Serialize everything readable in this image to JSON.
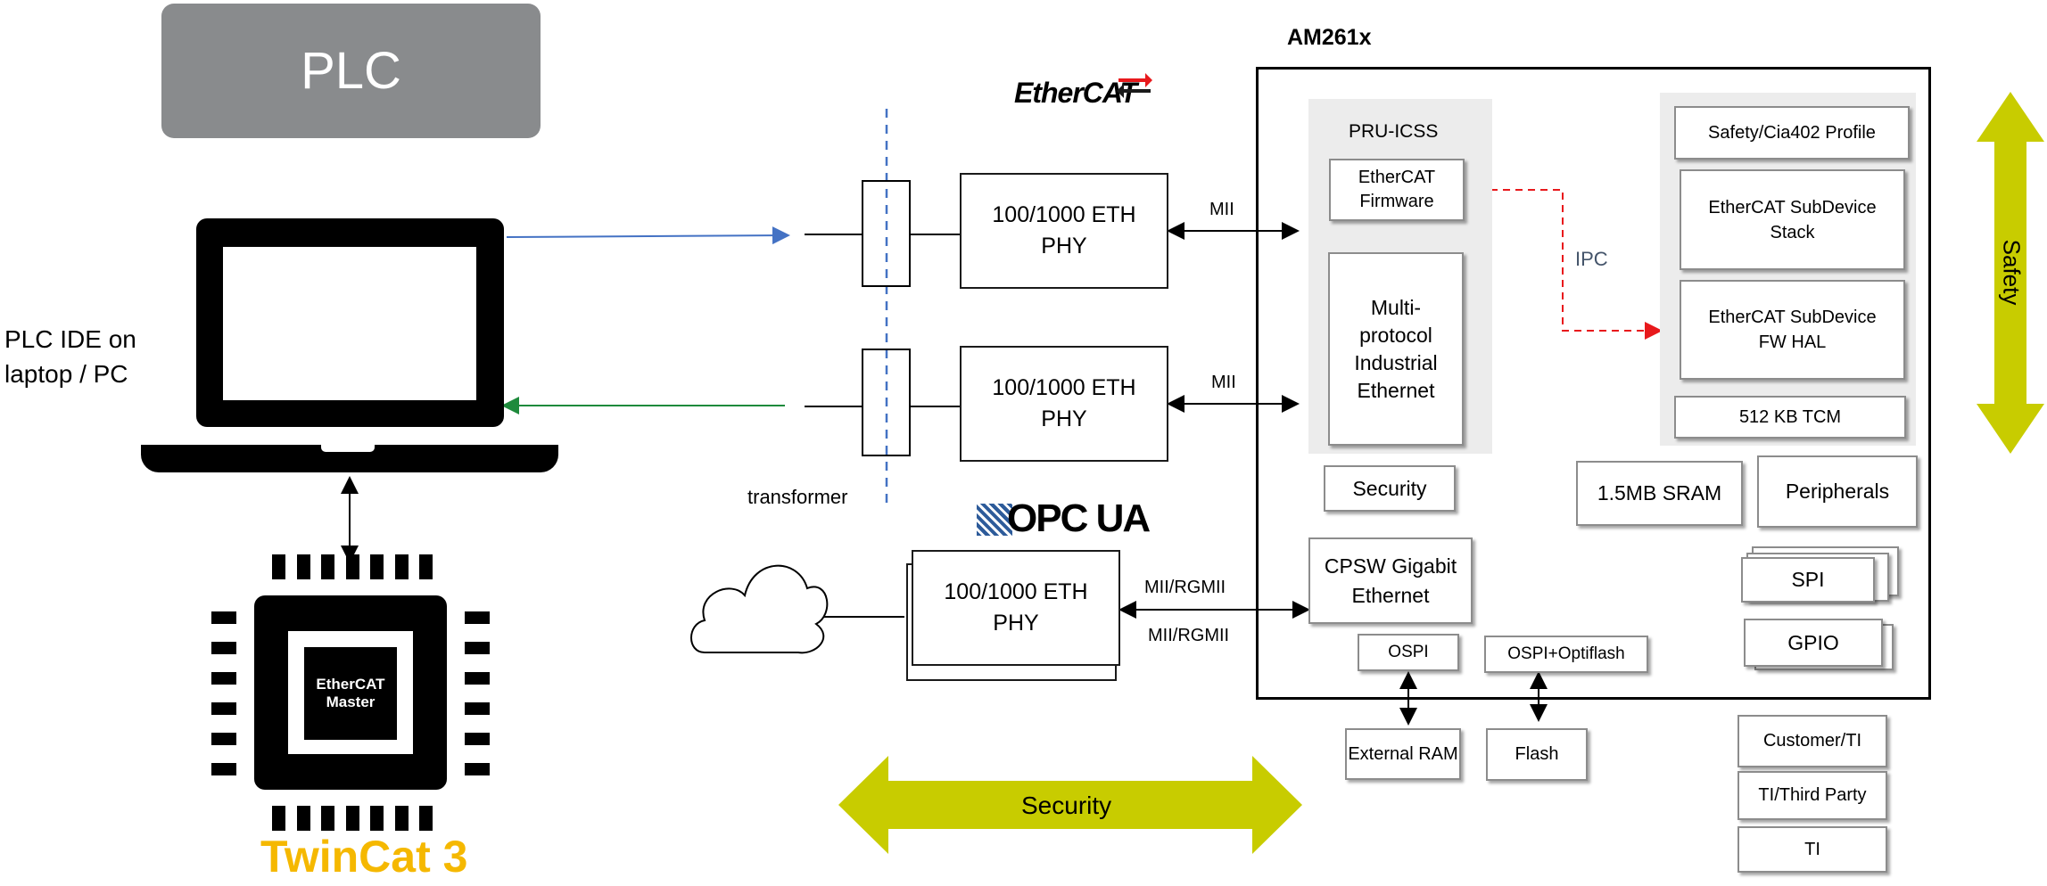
{
  "plc": {
    "title": "PLC"
  },
  "host": {
    "label_line1": "PLC IDE on",
    "label_line2": "laptop / PC"
  },
  "chip": {
    "line1": "EtherCAT",
    "line2": "Master"
  },
  "twincat": {
    "label": "TwinCat 3"
  },
  "transformer": {
    "label": "transformer"
  },
  "logos": {
    "ethercat": "EtherCAT",
    "opcua": "OPC UA"
  },
  "phy": {
    "top_line1": "100/1000 ETH",
    "top_line2": "PHY",
    "mid_line1": "100/1000 ETH",
    "mid_line2": "PHY",
    "bottom_line1": "100/1000 ETH",
    "bottom_line2": "PHY"
  },
  "links": {
    "mii_top": "MII",
    "mii_mid": "MII",
    "rgmii_1": "MII/RGMII",
    "rgmii_2": "MII/RGMII"
  },
  "security_arrow": {
    "label": "Security"
  },
  "safety_arrow": {
    "label": "Safety"
  },
  "am261x": {
    "title": "AM261x",
    "pru_icss": "PRU-ICSS",
    "ethercat_fw_line1": "EtherCAT",
    "ethercat_fw_line2": "Firmware",
    "multiprotocol": [
      "Multi-",
      "protocol",
      "Industrial",
      "Ethernet"
    ],
    "ipc": "IPC",
    "security": "Security",
    "safety_profile": "Safety/Cia402 Profile",
    "subdevice_stack_line1": "EtherCAT SubDevice",
    "subdevice_stack_line2": "Stack",
    "subdevice_hal_line1": "EtherCAT SubDevice",
    "subdevice_hal_line2": "FW HAL",
    "tcm": "512 KB TCM",
    "sram": "1.5MB SRAM",
    "peripherals": "Peripherals",
    "spi": "SPI",
    "gpio": "GPIO",
    "cpsw_line1": "CPSW Gigabit",
    "cpsw_line2": "Ethernet",
    "ospi": "OSPI",
    "ospi_optiflash": "OSPI+Optiflash"
  },
  "external": {
    "ram": "External RAM",
    "flash": "Flash"
  },
  "legend": {
    "customer_ti": "Customer/TI",
    "ti_third_party": "TI/Third Party",
    "ti": "TI"
  },
  "colors": {
    "plc_box": "#898b8d",
    "twincat": "#f5b800",
    "arrow_yellow_green": "#c8cc00",
    "blue_line": "#4472c4",
    "green_line": "#1e8a3c",
    "ipc_red": "#e8191c",
    "ipc_text": "#44546a",
    "pru_bg": "#ececec"
  }
}
